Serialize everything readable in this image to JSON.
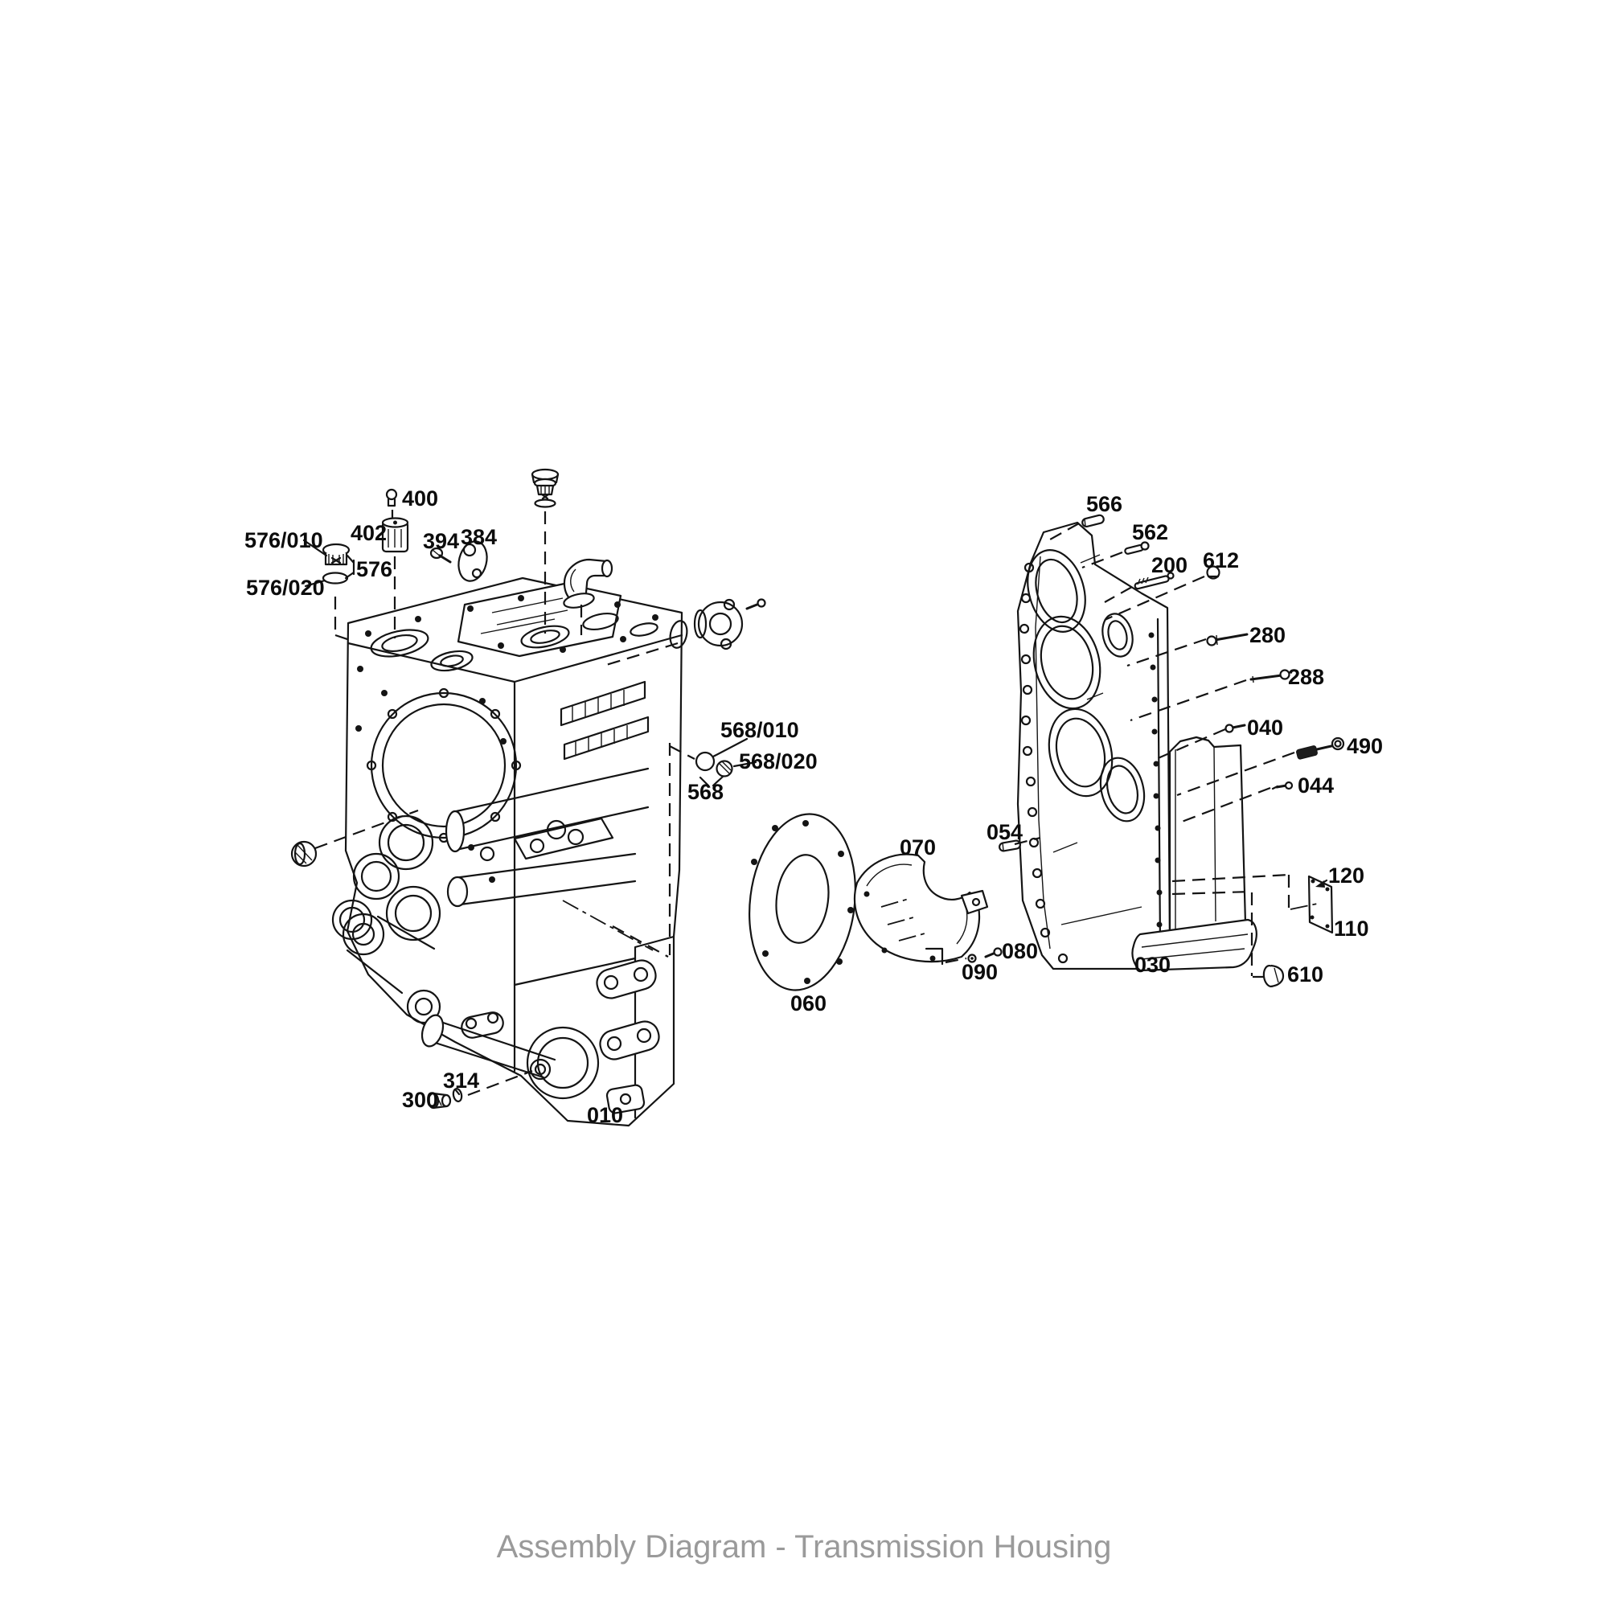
{
  "title": "Assembly Diagram - Transmission Housing",
  "colors": {
    "line": "#141414",
    "title": "#9a9a9a",
    "background": "#ffffff"
  },
  "callouts": {
    "c576_010": "576/010",
    "c576": "576",
    "c576_020": "576/020",
    "c400": "400",
    "c402": "402",
    "c394": "394",
    "c384": "384",
    "c568_010": "568/010",
    "c568_020": "568/020",
    "c568": "568",
    "c300": "300",
    "c314": "314",
    "c010": "010",
    "c060": "060",
    "c070": "070",
    "c080": "080",
    "c090": "090",
    "c566": "566",
    "c562": "562",
    "c200": "200",
    "c612": "612",
    "c280": "280",
    "c288": "288",
    "c040": "040",
    "c490": "490",
    "c044": "044",
    "c054": "054",
    "c120": "120",
    "c110": "110",
    "c030": "030",
    "c610": "610"
  }
}
